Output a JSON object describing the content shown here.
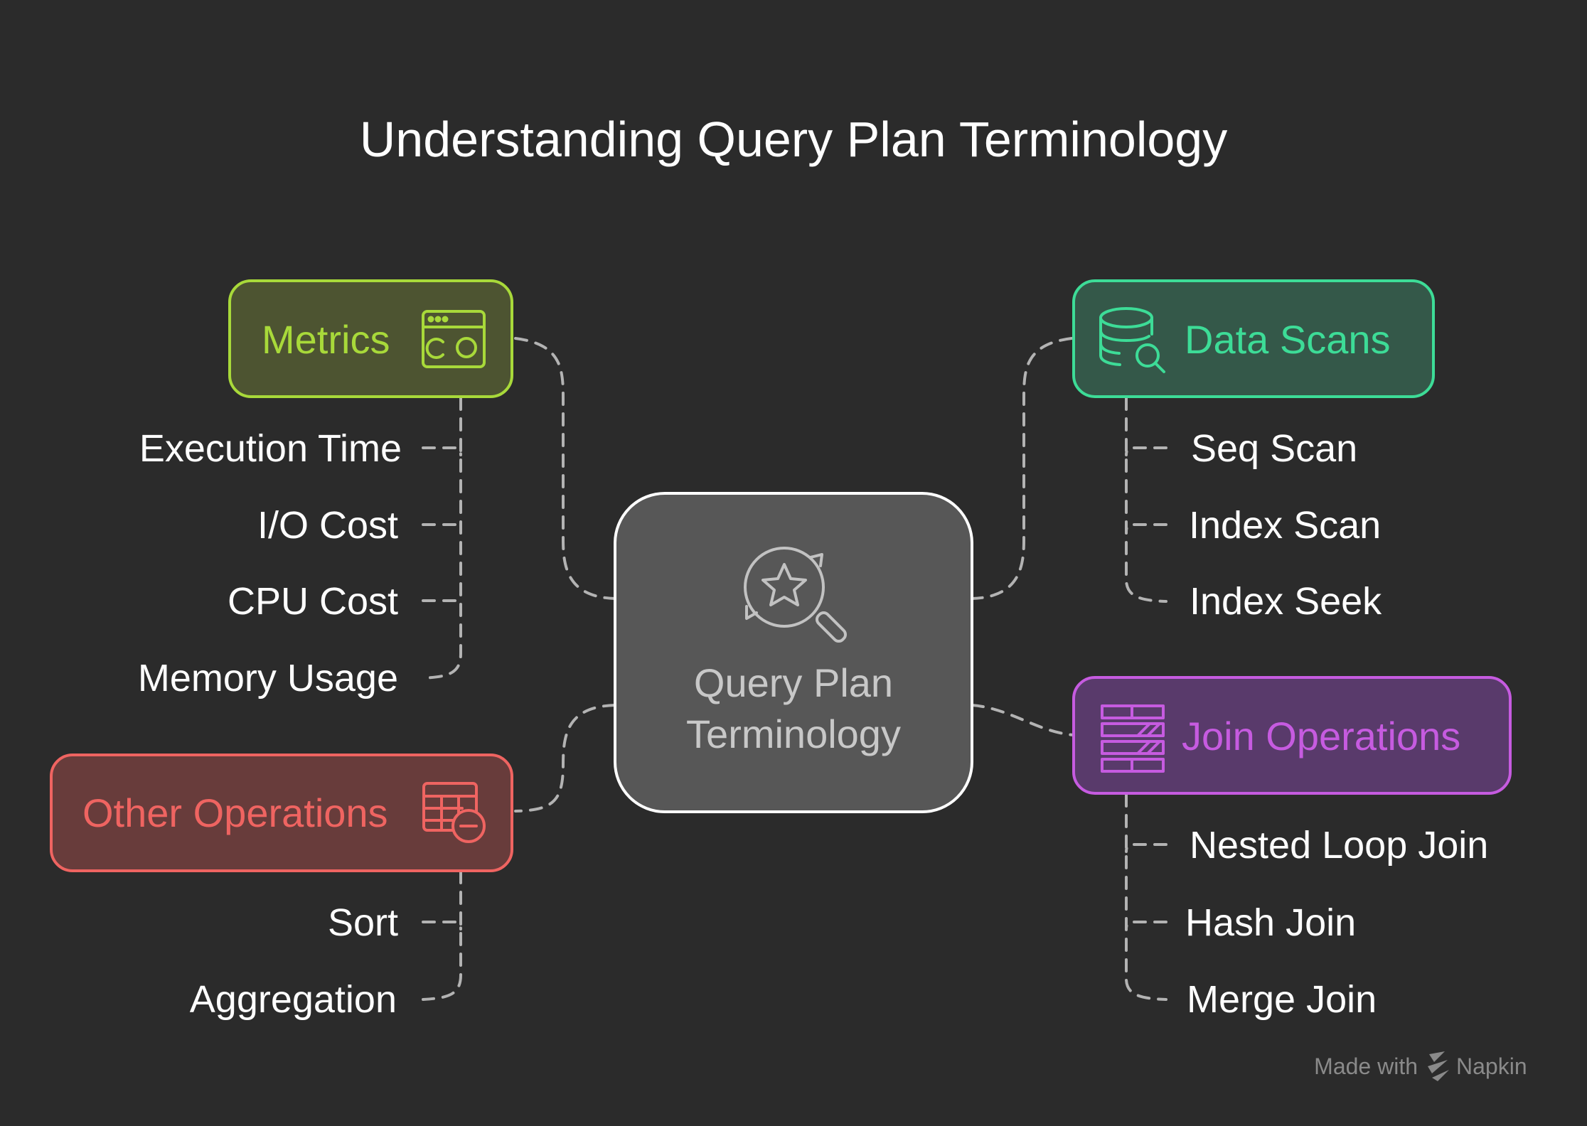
{
  "title": "Understanding Query Plan Terminology",
  "center": {
    "line1": "Query Plan",
    "line2": "Terminology",
    "icon": "search-star-icon"
  },
  "branches": {
    "metrics": {
      "label": "Metrics",
      "icon": "dashboard-window-icon",
      "color": "#a8d93a",
      "items": [
        "Execution Time",
        "I/O Cost",
        "CPU Cost",
        "Memory Usage"
      ]
    },
    "other": {
      "label": "Other Operations",
      "icon": "table-minus-icon",
      "color": "#ef6461",
      "items": [
        "Sort",
        "Aggregation"
      ]
    },
    "scans": {
      "label": "Data Scans",
      "icon": "database-search-icon",
      "color": "#3ddc97",
      "items": [
        "Seq Scan",
        "Index Scan",
        "Index Seek"
      ]
    },
    "joins": {
      "label": "Join Operations",
      "icon": "join-bars-icon",
      "color": "#c65be0",
      "items": [
        "Nested Loop Join",
        "Hash Join",
        "Merge Join"
      ]
    }
  },
  "footer": {
    "made_with": "Made with",
    "brand": "Napkin"
  }
}
